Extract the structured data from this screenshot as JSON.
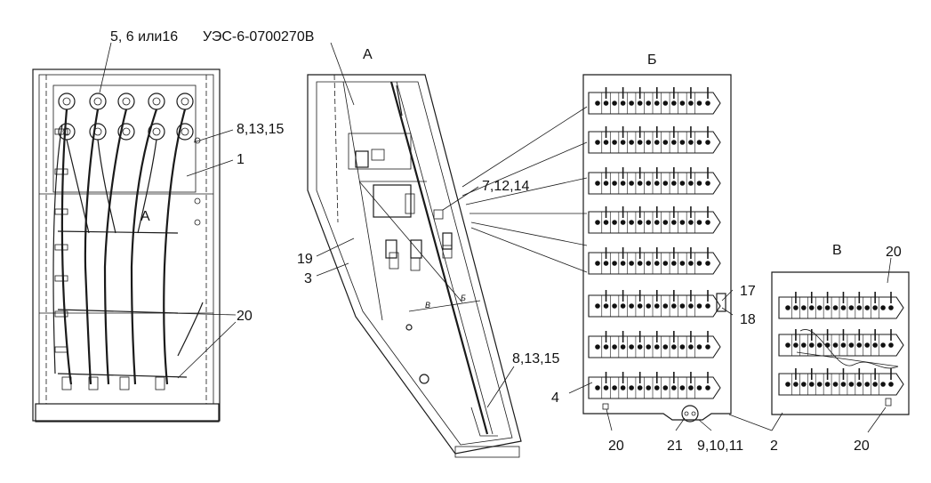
{
  "header": {
    "options_label": "5, 6 или16",
    "part_number": "УЭС-6-0700270В"
  },
  "views": {
    "a": "А",
    "b": "Б",
    "v": "В"
  },
  "callouts": {
    "c_8_13_15_top": "8,13,15",
    "c_1": "1",
    "c_a_inner": "А",
    "c_20_left": "20",
    "c_7_12_14": "7,12,14",
    "c_19": "19",
    "c_3": "3",
    "c_8_13_15_bottom": "8,13,15",
    "c_17": "17",
    "c_18": "18",
    "c_4": "4",
    "c_20_b": "20",
    "c_21": "21",
    "c_9_10_11": "9,10,11",
    "c_2": "2",
    "c_20_v_top": "20",
    "c_20_v_bottom": "20",
    "small_b": "Б",
    "small_v": "В"
  }
}
